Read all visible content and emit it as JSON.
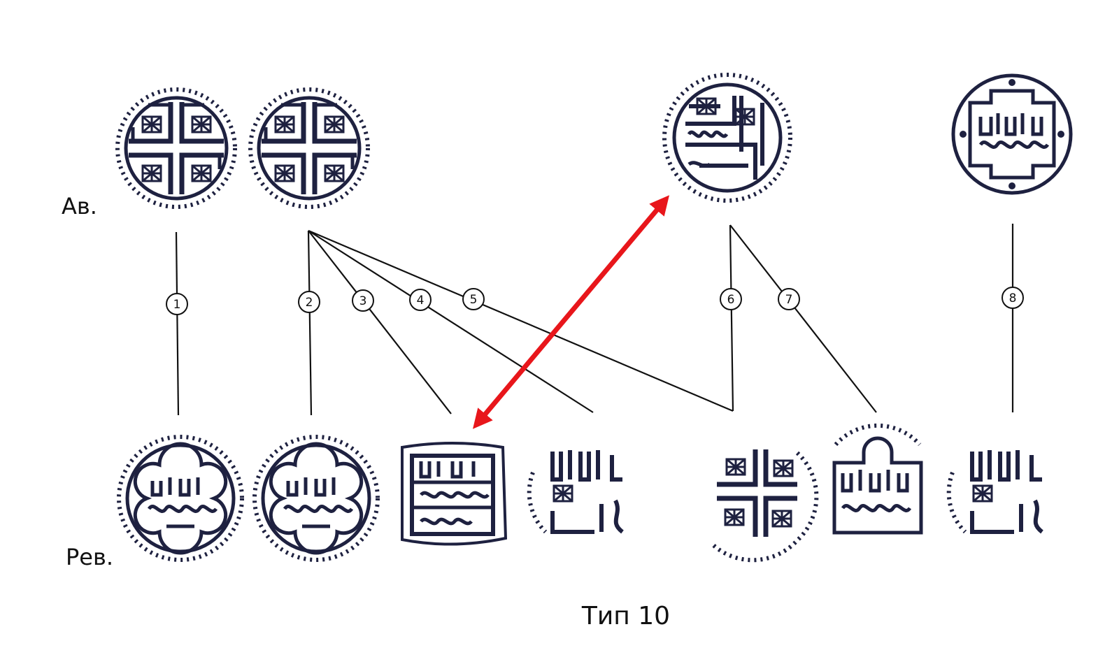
{
  "labels": {
    "obverse": "Ав.",
    "reverse": "Рев.",
    "caption": "Тип 10"
  },
  "die_links": [
    "1",
    "2",
    "3",
    "4",
    "5",
    "6",
    "7",
    "8"
  ],
  "colors": {
    "ink": "#1e2140",
    "line": "#111111",
    "arrow": "#e8161b",
    "paper": "#ffffff"
  },
  "coins": {
    "obverse": [
      {
        "id": "A1",
        "icon": "knot-cross-coin-icon"
      },
      {
        "id": "A2",
        "icon": "knot-cross-coin-icon"
      },
      {
        "id": "A3",
        "icon": "kufic-square-coin-icon"
      },
      {
        "id": "A4",
        "icon": "cartouche-coin-icon"
      }
    ],
    "reverse": [
      {
        "id": "R1",
        "icon": "quatrefoil-coin-icon"
      },
      {
        "id": "R2",
        "icon": "quatrefoil-coin-icon"
      },
      {
        "id": "R3",
        "icon": "square-stamp-coin-icon"
      },
      {
        "id": "R4",
        "icon": "kufic-fragment-coin-icon"
      },
      {
        "id": "R5",
        "icon": "knot-cross-fragment-coin-icon"
      },
      {
        "id": "R6",
        "icon": "arch-frame-coin-icon"
      },
      {
        "id": "R7",
        "icon": "kufic-fragment-coin-icon"
      }
    ]
  }
}
